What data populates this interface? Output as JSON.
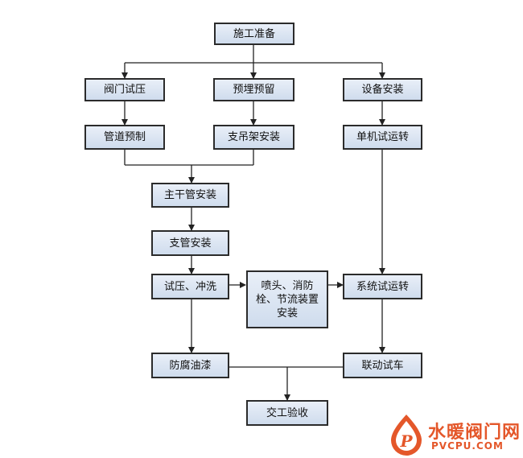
{
  "nodes": {
    "start": "施工准备",
    "valve_test": "阀门试压",
    "embed": "预埋预留",
    "equip_install": "设备安装",
    "pipe_prefab": "管道预制",
    "hanger_install": "支吊架安装",
    "single_test": "单机试运转",
    "main_pipe": "主干管安装",
    "branch_pipe": "支管安装",
    "pressure_flush": "试压、冲洗",
    "nozzle_install": "喷头、消防\n栓、节流装置\n安装",
    "system_test": "系统试运转",
    "anticorrosion": "防腐油漆",
    "linkage_test": "联动试车",
    "handover": "交工验收"
  },
  "watermark": {
    "name": "水暖阀门网",
    "url": "PVCPU.COM",
    "logo_letter": "P"
  },
  "colors": {
    "box_fill": "#dbe5f1",
    "border": "#2b2b2b",
    "line": "#222222",
    "watermark": "#e4572a"
  }
}
